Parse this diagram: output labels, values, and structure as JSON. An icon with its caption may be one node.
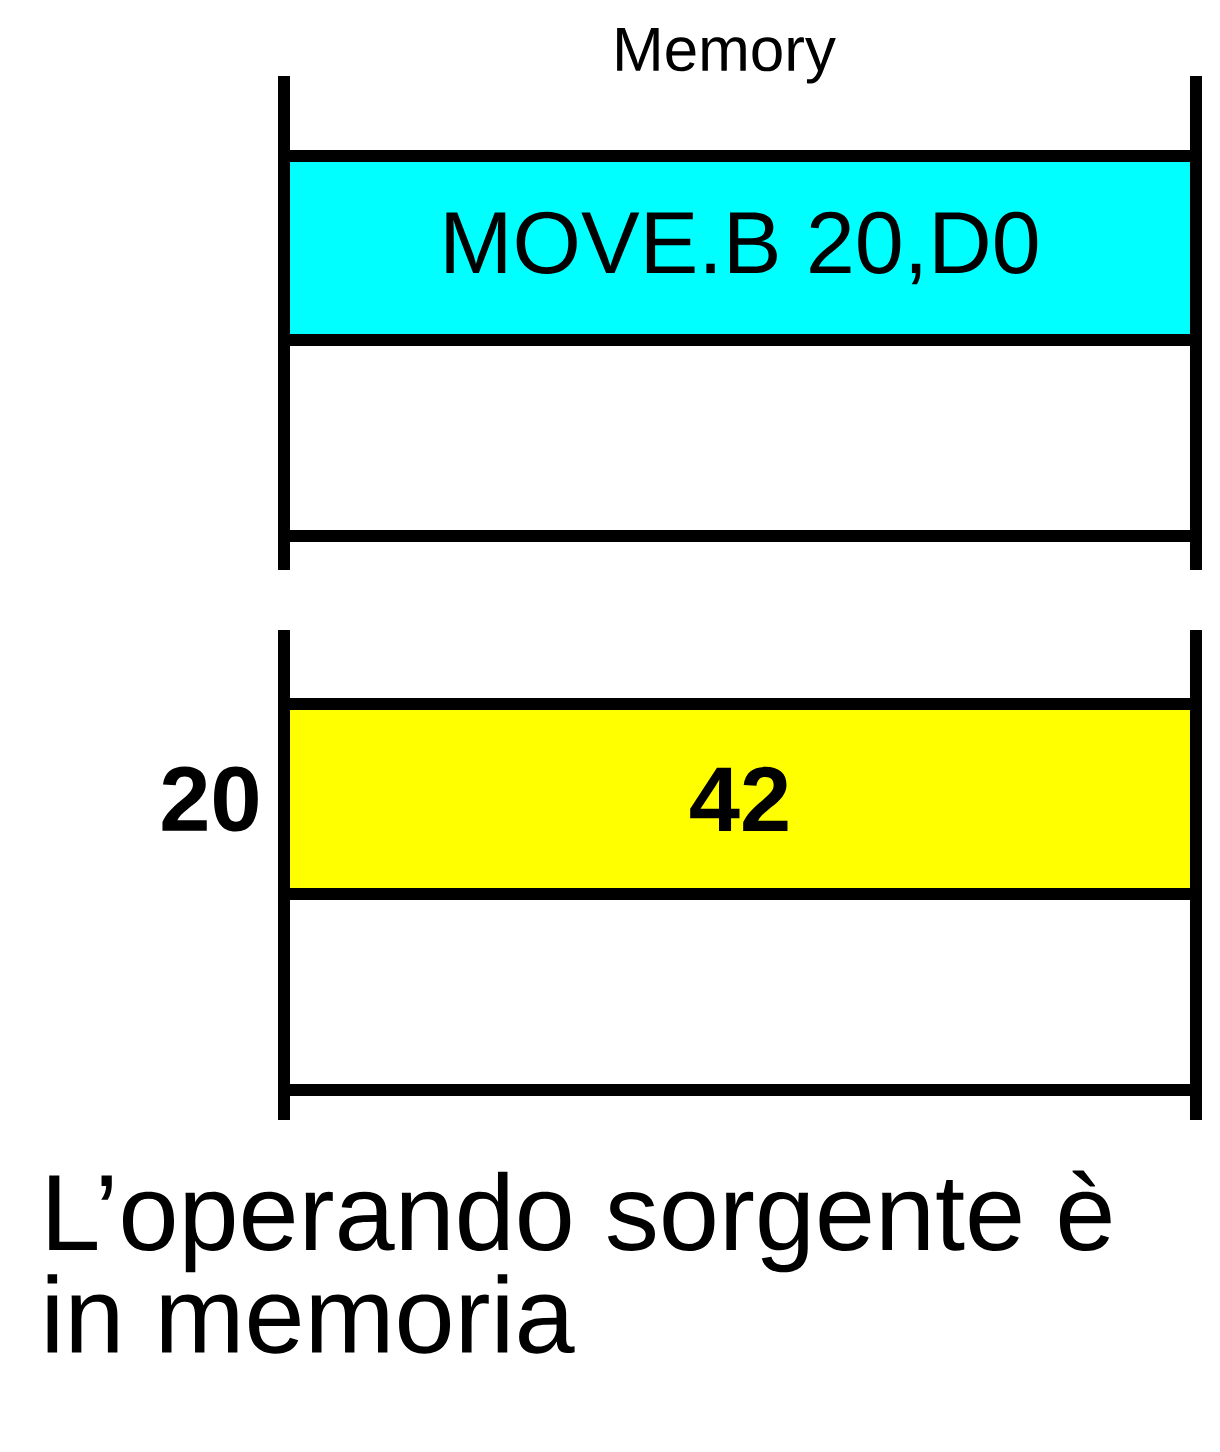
{
  "diagram": {
    "title": "Memory",
    "caption": "L’operando sorgente è in memoria",
    "nodes": [
      {
        "text": [
          "MOVE.B 20,D0"
        ]
      },
      {
        "text": [],
        "shape": "box"
      },
      {
        "text": [
          "42"
        ],
        "beside": [
          "20"
        ]
      },
      {
        "text": [],
        "shape": "box"
      }
    ]
  }
}
